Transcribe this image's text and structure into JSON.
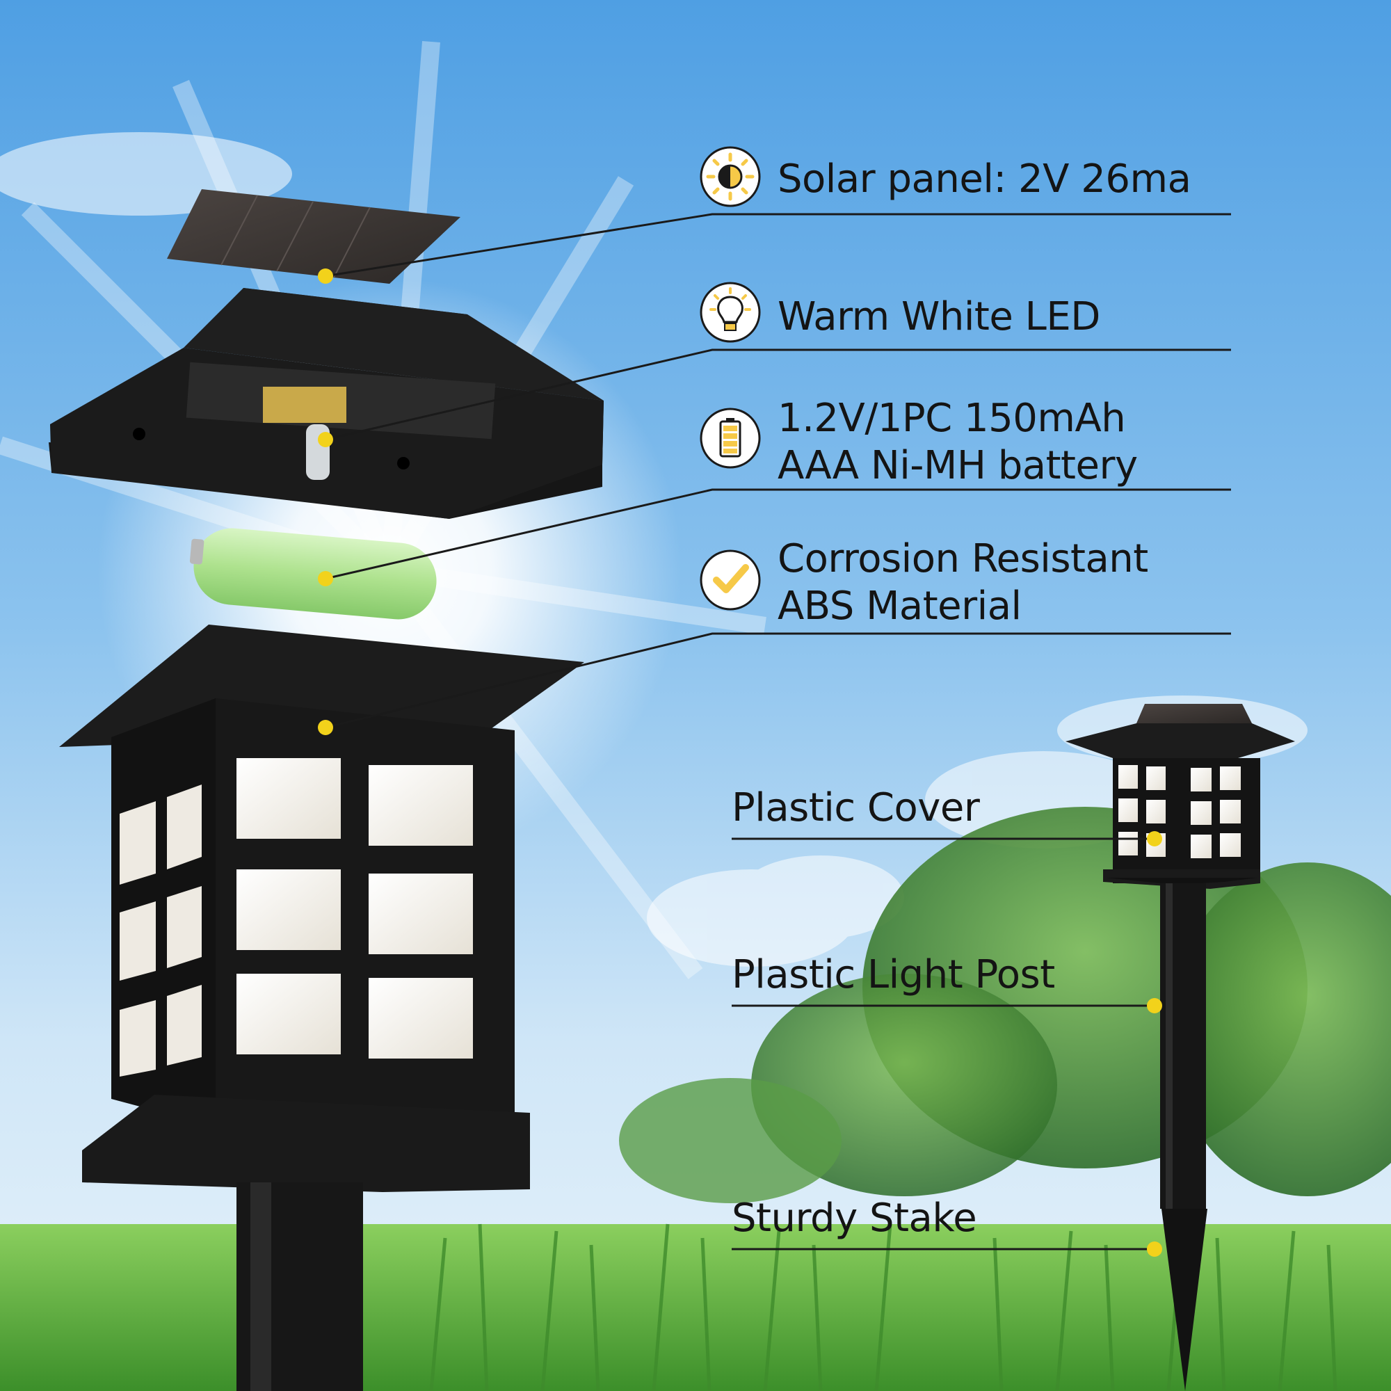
{
  "colors": {
    "sky_top": "#5aa6e6",
    "sky_mid": "#a9d2f2",
    "sun_glow": "#ffffff",
    "grass": "#4fa83a",
    "tree": "#3f8a3a",
    "lamp_black": "#1b1b1b",
    "lamp_panel": "#f4f1ea",
    "solar_panel": "#3a3532",
    "battery_green": "#b5e39b",
    "marker_yellow": "#f2d21b",
    "icon_fill": "#f6c948",
    "leader_line": "#1a1a1a"
  },
  "features": [
    {
      "icon": "sun-icon",
      "lines": [
        "Solar panel: 2V 26ma"
      ]
    },
    {
      "icon": "lightbulb-icon",
      "lines": [
        "Warm White LED"
      ]
    },
    {
      "icon": "battery-icon",
      "lines": [
        "1.2V/1PC 150mAh",
        "AAA Ni-MH battery"
      ]
    },
    {
      "icon": "checkmark-icon",
      "lines": [
        "Corrosion Resistant",
        "ABS Material"
      ]
    }
  ],
  "parts": [
    {
      "label": "Plastic Cover"
    },
    {
      "label": "Plastic Light Post"
    },
    {
      "label": "Sturdy Stake"
    }
  ]
}
